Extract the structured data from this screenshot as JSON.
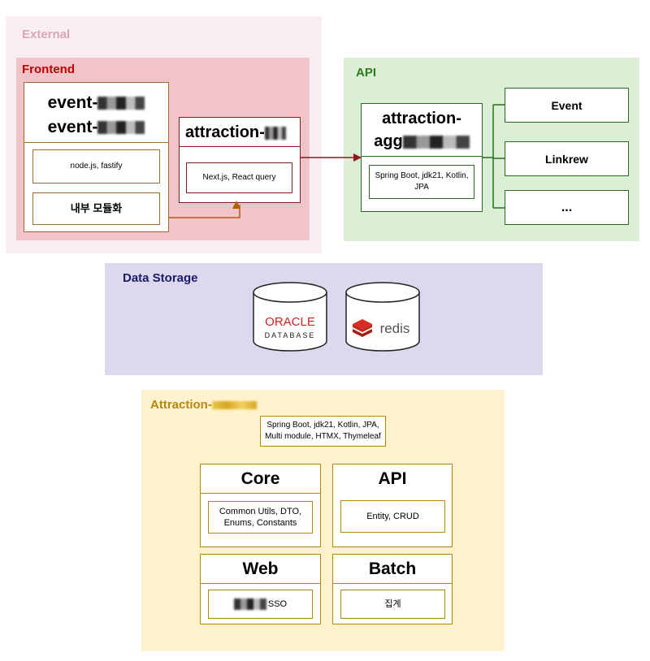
{
  "external": {
    "label": "External"
  },
  "frontend": {
    "label": "Frontend",
    "event_box": {
      "line1": "event-",
      "line2": "event-",
      "stack": "node.js, fastify",
      "module": "내부 모듈화"
    },
    "attraction_box": {
      "title": "attraction-",
      "stack": "Next.js, React query"
    }
  },
  "api": {
    "label": "API",
    "aggregator": {
      "title_line1": "attraction-",
      "title_line2": "agg",
      "stack": "Spring Boot, jdk21, Kotlin, JPA"
    },
    "targets": [
      "Event",
      "Linkrew",
      "..."
    ]
  },
  "data_storage": {
    "label": "Data Storage",
    "oracle": {
      "brand": "ORACLE",
      "sub": "DATABASE"
    },
    "redis": {
      "brand": "redis"
    }
  },
  "attraction": {
    "label": "Attraction-",
    "stack": "Spring Boot, jdk21, Kotlin, JPA, Multi module, HTMX, Thymeleaf",
    "modules": [
      {
        "name": "Core",
        "desc": "Common Utils, DTO, Enums, Constants"
      },
      {
        "name": "API",
        "desc": "Entity, CRUD"
      },
      {
        "name": "Web",
        "desc": "SSO"
      },
      {
        "name": "Batch",
        "desc": "집계"
      }
    ]
  },
  "colors": {
    "external_bg": "#f9eef1",
    "external_text": "#d9a6b6",
    "frontend_bg": "#f0c4c9",
    "frontend_text": "#c00000",
    "api_bg": "#dbefd6",
    "api_text": "#2d7a1f",
    "storage_bg": "#ddd8ee",
    "storage_text": "#1a1a66",
    "attraction_bg": "#fff2cc",
    "attraction_text": "#b8860b",
    "box_border": "#9c6b2e",
    "arrow_red": "#8b1a1a",
    "arrow_orange": "#b85c00",
    "green_line": "#2d6a1f"
  }
}
